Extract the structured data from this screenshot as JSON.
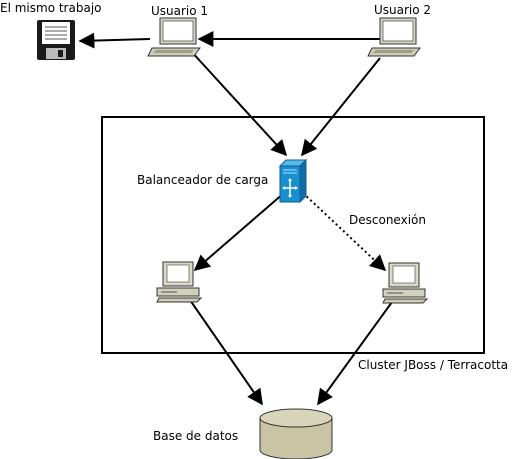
{
  "labels": {
    "same_work": "El mismo trabajo",
    "user1": "Usuario 1",
    "user2": "Usuario 2",
    "load_balancer": "Balanceador de carga",
    "disconnection": "Desconexión",
    "cluster": "Cluster JBoss / Terracotta",
    "database": "Base de datos"
  },
  "colors": {
    "line": "#000000",
    "balancer": "#1a8fd0",
    "laptop_body": "#d7d7c4",
    "screen": "#ffffff",
    "monitor": "#d9d9c6",
    "database": "#c8c4a4",
    "floppy": "#1a1a1a"
  },
  "icons": {
    "floppy": "floppy-disk-icon",
    "laptop": "laptop-icon",
    "server": "load-balancer-server-icon",
    "desktop": "desktop-computer-icon",
    "database": "database-cylinder-icon"
  }
}
